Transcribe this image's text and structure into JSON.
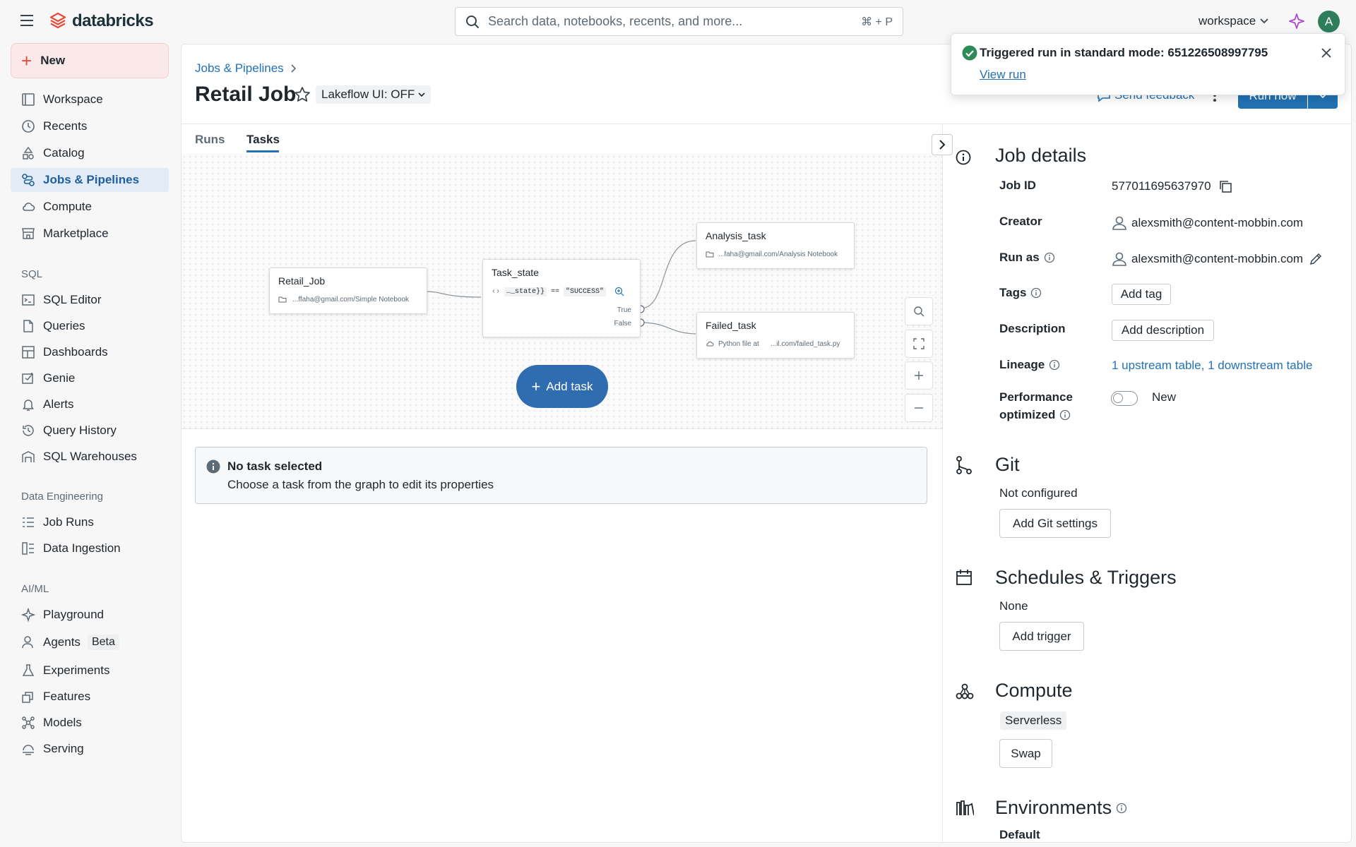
{
  "topbar": {
    "brand": "databricks",
    "search_placeholder": "Search data, notebooks, recents, and more...",
    "search_shortcut": "⌘ + P",
    "workspace_label": "workspace",
    "avatar_letter": "A"
  },
  "sidebar": {
    "new_label": "New",
    "items": [
      {
        "label": "Workspace",
        "icon": "workspace-icon"
      },
      {
        "label": "Recents",
        "icon": "clock-icon"
      },
      {
        "label": "Catalog",
        "icon": "catalog-icon"
      },
      {
        "label": "Jobs & Pipelines",
        "icon": "jobs-icon",
        "active": true
      },
      {
        "label": "Compute",
        "icon": "cloud-icon"
      },
      {
        "label": "Marketplace",
        "icon": "store-icon"
      }
    ],
    "sql_heading": "SQL",
    "sql_items": [
      {
        "label": "SQL Editor"
      },
      {
        "label": "Queries"
      },
      {
        "label": "Dashboards"
      },
      {
        "label": "Genie"
      },
      {
        "label": "Alerts"
      },
      {
        "label": "Query History"
      },
      {
        "label": "SQL Warehouses"
      }
    ],
    "de_heading": "Data Engineering",
    "de_items": [
      {
        "label": "Job Runs"
      },
      {
        "label": "Data Ingestion"
      }
    ],
    "ml_heading": "AI/ML",
    "ml_items": [
      {
        "label": "Playground"
      },
      {
        "label": "Agents",
        "badge": "Beta"
      },
      {
        "label": "Experiments"
      },
      {
        "label": "Features"
      },
      {
        "label": "Models"
      },
      {
        "label": "Serving"
      }
    ]
  },
  "header": {
    "breadcrumb": "Jobs & Pipelines",
    "title": "Retail Job",
    "lakeflow_toggle": "Lakeflow UI: OFF",
    "send_feedback": "Send feedback",
    "run_now": "Run now"
  },
  "tabs": [
    {
      "label": "Runs",
      "active": false
    },
    {
      "label": "Tasks",
      "active": true
    }
  ],
  "graph": {
    "nodes": {
      "retail_job": {
        "title": "Retail_Job",
        "subtitle": "...ffaha@gmail.com/Simple Notebook"
      },
      "task_state": {
        "title": "Task_state",
        "cond_left": "…_state}}",
        "cond_op": "==",
        "cond_right": "\"SUCCESS\"",
        "true_label": "True",
        "false_label": "False"
      },
      "analysis_task": {
        "title": "Analysis_task",
        "subtitle": "...faha@gmail.com/Analysis Notebook"
      },
      "failed_task": {
        "title": "Failed_task",
        "subtitle_left": "Python file at",
        "subtitle_right": "...il.com/failed_task.py"
      }
    },
    "add_task": "Add task"
  },
  "task_panel": {
    "title": "No task selected",
    "body": "Choose a task from the graph to edit its properties"
  },
  "details": {
    "job_details_title": "Job details",
    "job_id_label": "Job ID",
    "job_id": "577011695637970",
    "creator_label": "Creator",
    "creator": "alexsmith@content-mobbin.com",
    "run_as_label": "Run as",
    "run_as": "alexsmith@content-mobbin.com",
    "tags_label": "Tags",
    "add_tag": "Add tag",
    "description_label": "Description",
    "add_description": "Add description",
    "lineage_label": "Lineage",
    "lineage_value": "1 upstream table, 1 downstream table",
    "performance_label_1": "Performance",
    "performance_label_2": "optimized",
    "performance_toggle": "New",
    "git_title": "Git",
    "git_status": "Not configured",
    "add_git": "Add Git settings",
    "schedules_title": "Schedules & Triggers",
    "schedules_status": "None",
    "add_trigger": "Add trigger",
    "compute_title": "Compute",
    "compute_value": "Serverless",
    "swap": "Swap",
    "environments_title": "Environments",
    "environments_value": "Default"
  },
  "toast": {
    "message": "Triggered run in standard mode: 651226508997795",
    "link": "View run"
  },
  "colors": {
    "brand": "#e34b3a",
    "accent": "#2272b4",
    "success": "#2e8b57"
  }
}
